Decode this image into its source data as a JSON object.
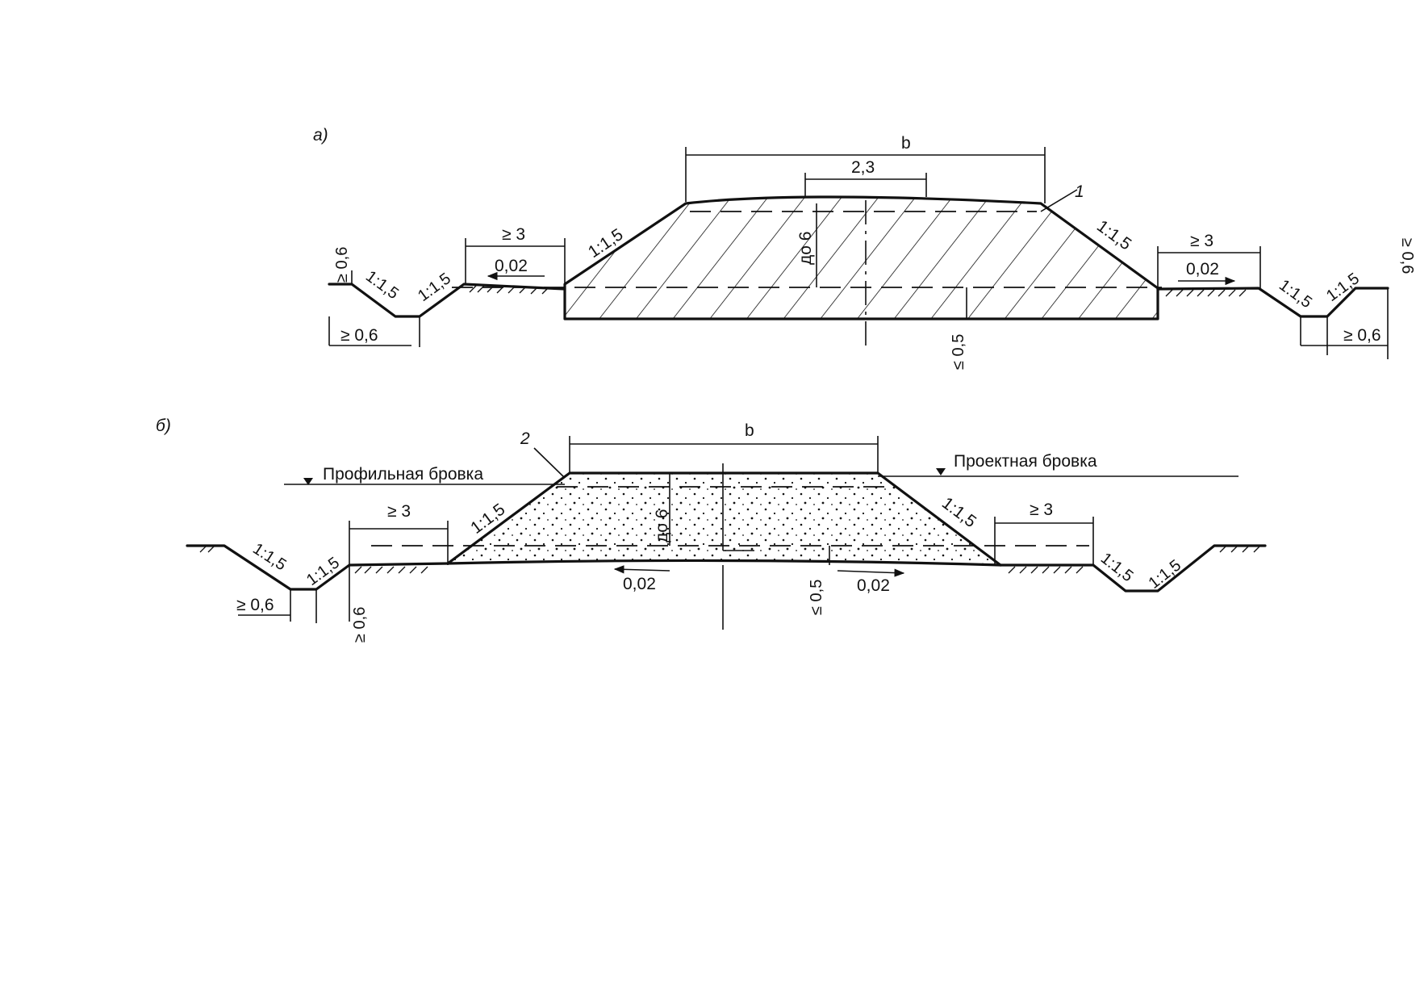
{
  "diagram_a": {
    "label": "а)",
    "width_label": "b",
    "crown_label": "2,3",
    "marker_label": "1",
    "height_label": "до 6",
    "depth_label": "≤ 0,5",
    "slope_label": "1:1,5",
    "berm_label": "≥ 3",
    "grade_label": "0,02",
    "ditch_label": "≥ 0,6"
  },
  "diagram_b": {
    "label": "б)",
    "width_label": "b",
    "marker_label": "2",
    "height_label": "до 6",
    "depth_label": "≤ 0,5",
    "slope_label": "1:1,5",
    "berm_label": "≥ 3",
    "grade_label": "0,02",
    "ditch_label": "≥ 0,6",
    "profile_edge_label": "Профильная бровка",
    "design_edge_label": "Проектная бровка"
  }
}
